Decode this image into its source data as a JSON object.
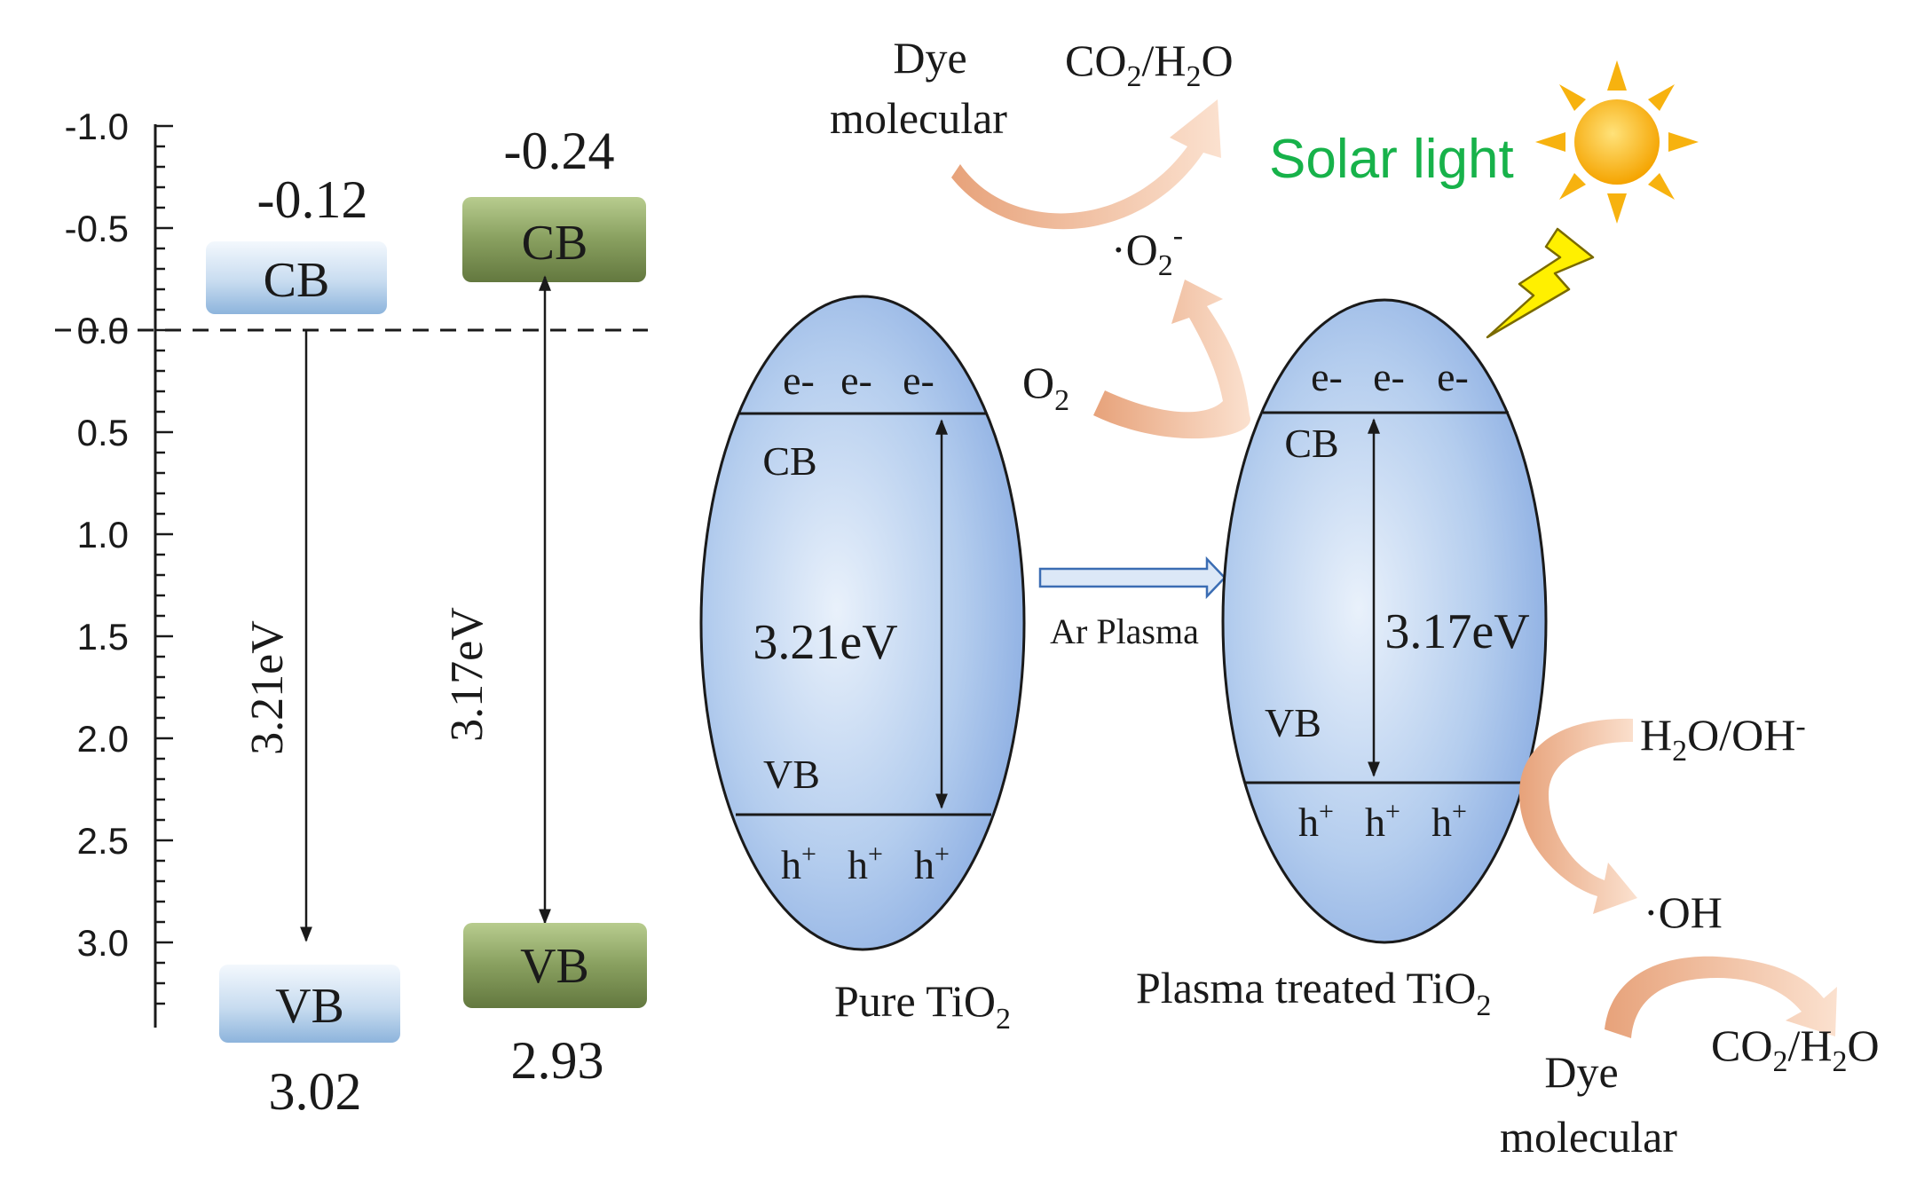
{
  "axis": {
    "ticks": [
      "-1.0",
      "-0.5",
      "0.0",
      "0.5",
      "1.0",
      "1.5",
      "2.0",
      "2.5",
      "3.0"
    ]
  },
  "pure_levels": {
    "cb_label": "CB",
    "vb_label": "VB",
    "cb_value": "-0.12",
    "vb_value": "3.02",
    "gap": "3.21eV",
    "cb_position_ev": -0.12,
    "vb_position_ev": 3.02
  },
  "plasma_levels": {
    "cb_label": "CB",
    "vb_label": "VB",
    "cb_value": "-0.24",
    "vb_value": "2.93",
    "gap": "3.17eV",
    "cb_position_ev": -0.24,
    "vb_position_ev": 2.93
  },
  "pure_particle": {
    "electrons": [
      "e-",
      "e-",
      "e-"
    ],
    "holes": [
      "h",
      "h",
      "h"
    ],
    "hole_sup": "+",
    "cb": "CB",
    "vb": "VB",
    "gap": "3.21eV",
    "caption_main": "Pure TiO",
    "caption_sub": "2"
  },
  "plasma_particle": {
    "electrons": [
      "e-",
      "e-",
      "e-"
    ],
    "holes": [
      "h",
      "h",
      "h"
    ],
    "hole_sup": "+",
    "cb": "CB",
    "vb": "VB",
    "gap": "3.17eV",
    "caption_main": "Plasma treated TiO",
    "caption_sub": "2"
  },
  "transition": {
    "label": "Ar Plasma"
  },
  "reactions": {
    "dye_top_line1": "Dye",
    "dye_top_line2": "molecular",
    "co2_top": {
      "a": "CO",
      "b": "2",
      "c": "/H",
      "d": "2",
      "e": "O"
    },
    "superoxide": {
      "a": "·O",
      "b": "2",
      "c": "-"
    },
    "oxygen": {
      "a": "O",
      "b": "2"
    },
    "water": {
      "a": "H",
      "b": "2",
      "c": "O/OH",
      "d": "-"
    },
    "hydroxyl": "·OH",
    "co2_bottom": {
      "a": "CO",
      "b": "2",
      "c": "/H",
      "d": "2",
      "e": "O"
    },
    "dye_bottom_line1": "Dye",
    "dye_bottom_line2": "molecular",
    "solar": "Solar light"
  },
  "colors": {
    "solar_text": "#17b24a",
    "sun": "#f7b20f",
    "bolt": "#fff000",
    "arrow": "#e39a6e",
    "band_blue": "#a9c6e6",
    "band_green": "#7d9457",
    "particle": "#8fb1e3"
  }
}
